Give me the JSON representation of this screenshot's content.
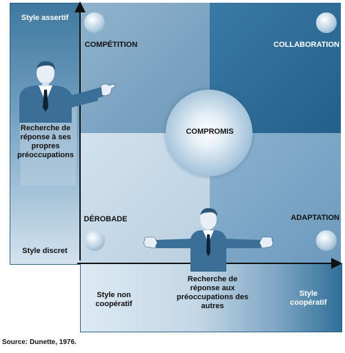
{
  "left_axis": {
    "top_label": "Style assertif",
    "bottom_label": "Style discret",
    "title": "Recherche de réponse à ses propres préoccupations"
  },
  "bottom_axis": {
    "left_label": "Style non coopératif",
    "right_label": "Style coopératif",
    "title": "Recherche de réponse aux préoccupations des autres"
  },
  "quadrants": {
    "competition": "COMPÉTITION",
    "collaboration": "COLLABORATION",
    "avoidance": "DÉROBADE",
    "accommodation": "ADAPTATION",
    "compromise": "COMPROMIS"
  },
  "source": "Source: Dunette, 1976.",
  "colors": {
    "quadrant_top_left": "#7fa6c4",
    "quadrant_top_right": "#2f6f99",
    "quadrant_bottom_left": "#c5d8e6",
    "quadrant_bottom_right": "#7ea7c6",
    "left_band": "#4d83ab",
    "bottom_band": "#b9d0e0",
    "suit": "#3b6f97"
  }
}
